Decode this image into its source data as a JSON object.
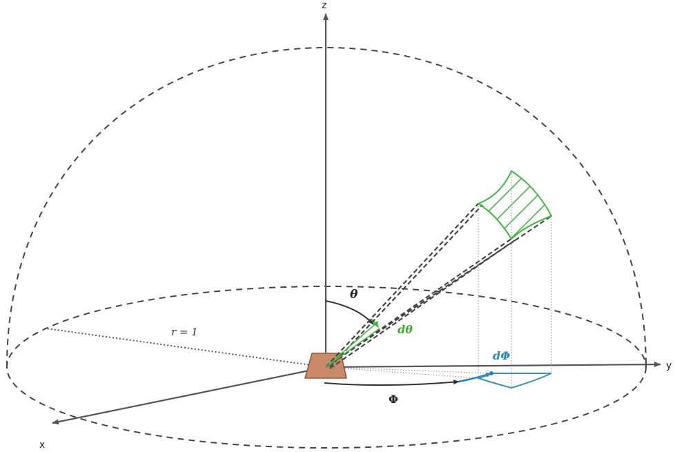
{
  "axes": {
    "x_label": "x",
    "y_label": "y",
    "z_label": "z"
  },
  "labels": {
    "radius": "r = 1",
    "theta": "θ",
    "d_theta": "dθ",
    "phi": "Φ",
    "d_phi": "dΦ"
  },
  "colors": {
    "axis": "#555555",
    "dashed_outline": "#444444",
    "green_patch": "#3fb83f",
    "blue_patch": "#3a8fc0",
    "surface_fill": "#c98a6a",
    "surface_stroke": "#a0502e",
    "dtheta_text": "#3cae2c",
    "dphi_text": "#2f86c0"
  }
}
